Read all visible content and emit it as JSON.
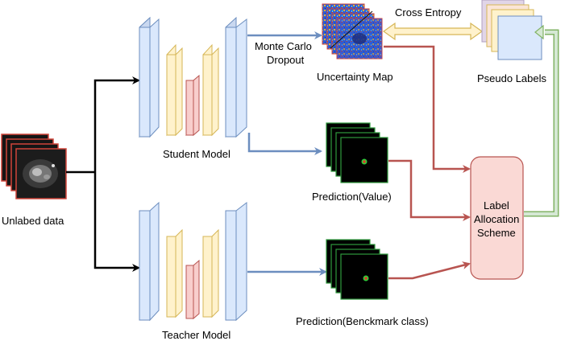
{
  "labels": {
    "unlabeled_data": "Unlabed data",
    "student_model": "Student Model",
    "teacher_model": "Teacher Model",
    "monte_carlo_line1": "Monte Carlo",
    "monte_carlo_line2": "Dropout",
    "uncertainty_map": "Uncertainty Map",
    "cross_entropy": "Cross Entropy",
    "pseudo_labels": "Pseudo Labels",
    "prediction_value": "Prediction(Value)",
    "prediction_benchmark": "Prediction(Benckmark class)",
    "label_allocation_line1": "Label",
    "label_allocation_line2": "Allocation",
    "label_allocation_line3": "Scheme"
  },
  "colors": {
    "black_arrow": "#000000",
    "blue_arrow": "#6c8ebf",
    "red_arrow": "#b85450",
    "green_arrow": "#82b366",
    "cross_entropy_arrow": "#d6b656",
    "block_blue_fill": "#dae8fc",
    "block_yellow_fill": "#fff2cc",
    "block_red_fill": "#f8cecc",
    "label_box_fill": "#fad9d5"
  }
}
